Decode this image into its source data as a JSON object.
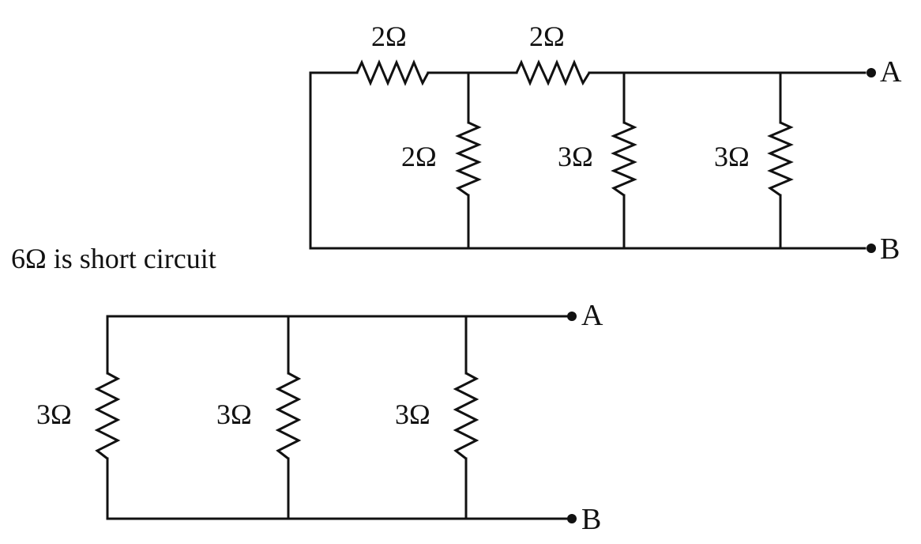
{
  "colors": {
    "ink": "#111111",
    "background": "#ffffff"
  },
  "note": "6Ω is short circuit",
  "circuit_top": {
    "resistors": {
      "r_top_left": "2Ω",
      "r_top_right": "2Ω",
      "r_shunt_1": "2Ω",
      "r_shunt_2": "3Ω",
      "r_shunt_3": "3Ω"
    },
    "terminal_a": "A",
    "terminal_b": "B"
  },
  "circuit_bottom": {
    "resistors": {
      "r_shunt_1": "3Ω",
      "r_shunt_2": "3Ω",
      "r_shunt_3": "3Ω"
    },
    "terminal_a": "A",
    "terminal_b": "B"
  }
}
